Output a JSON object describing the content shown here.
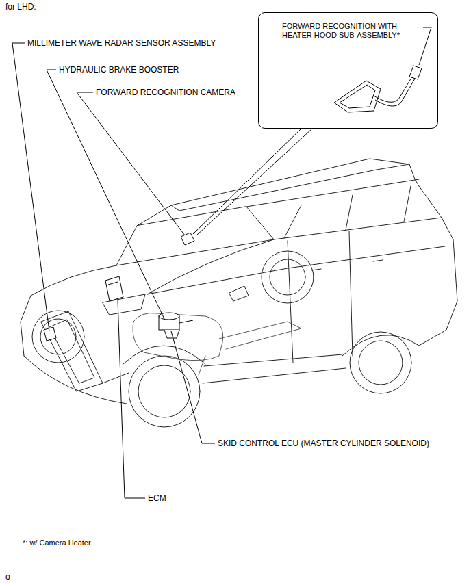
{
  "diagram": {
    "nodes": [
      {
        "text": [
          "FORWARD RECOGNITION WITH HEATER HOOD SUB-ASSEMBLY*"
        ]
      }
    ],
    "labels": [
      "for LHD:",
      "MILLIMETER WAVE RADAR SENSOR ASSEMBLY",
      "HYDRAULIC BRAKE BOOSTER",
      "FORWARD RECOGNITION CAMERA",
      "SKID CONTROL ECU (MASTER CYLINDER SOLENOID)",
      "ECM",
      "*: w/ Camera Heater",
      "o"
    ]
  }
}
